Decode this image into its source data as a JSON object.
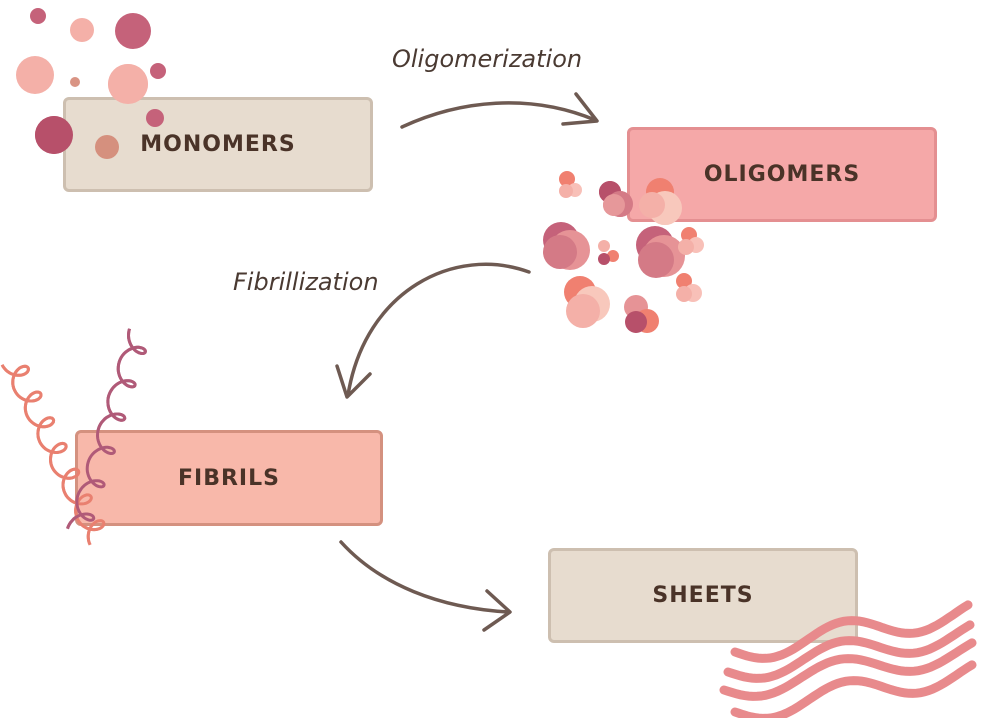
{
  "diagram": {
    "stages": {
      "monomers": "MONOMERS",
      "oligomers": "OLIGOMERS",
      "fibrils": "FIBRILS",
      "sheets": "SHEETS"
    },
    "steps": {
      "oligomerization": "Oligomerization",
      "fibrillization": "Fibrillization"
    }
  },
  "colors": {
    "beige_fill": "#e7dccf",
    "pink_fill": "#f5a8a8",
    "salmon_fill": "#f8b8aa",
    "arrow": "#6e5a52",
    "text": "#4a3328",
    "coil_orange": "#e98070",
    "coil_purple": "#b05a78",
    "wave_pink": "#e88a8c"
  }
}
